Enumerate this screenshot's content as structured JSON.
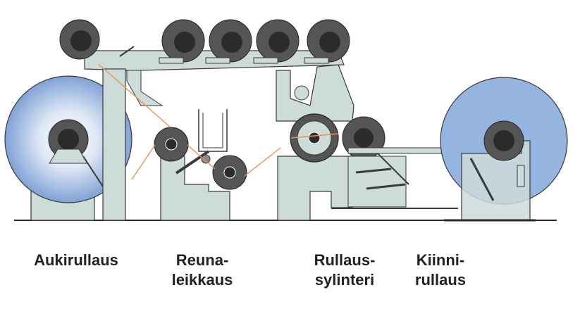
{
  "labels": {
    "unwind": "Aukirullaus",
    "edge_trim_line1": "Reuna-",
    "edge_trim_line2": "leikkaus",
    "winding_line1": "Rullaus-",
    "winding_line2": "sylinteri",
    "rewind_line1": "Kiinni-",
    "rewind_line2": "rullaus"
  },
  "colors": {
    "frame": "#cddbd9",
    "frame_stroke": "#3a3a3a",
    "roll_blue": "#96b4e0",
    "roll_dark": "#555555",
    "roll_core": "#2b2b2b",
    "web_line": "#e8915a",
    "floor": "#2a2a2a"
  }
}
